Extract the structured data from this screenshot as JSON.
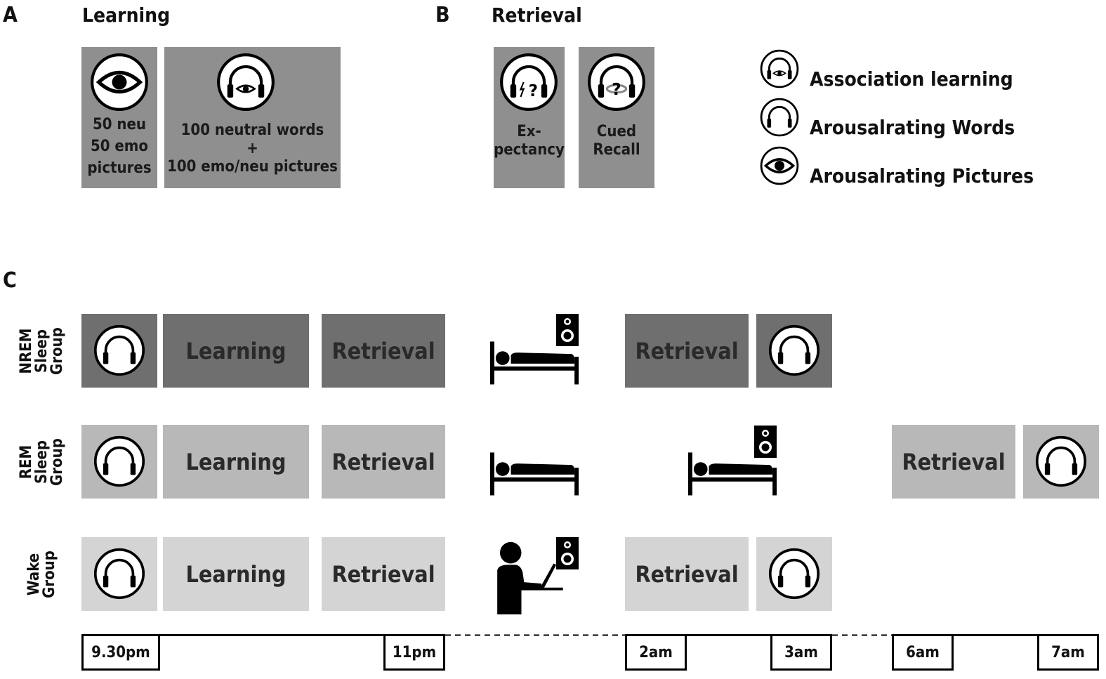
{
  "panel_a": {
    "letter": "A",
    "title": "Learning",
    "box1": {
      "lines": [
        "50 neu",
        "50 emo",
        "pictures"
      ],
      "icon": "eye-icon"
    },
    "box2": {
      "lines": [
        "100 neutral words",
        "+",
        "100 emo/neu pictures"
      ],
      "icon": "headphones-eye-icon"
    }
  },
  "panel_b": {
    "letter": "B",
    "title": "Retrieval",
    "box1": {
      "lines": [
        "Ex-",
        "pectancy"
      ],
      "icon": "headphones-question-lightning-icon"
    },
    "box2": {
      "lines": [
        "Cued",
        "Recall"
      ],
      "icon": "headphones-question-ring-icon"
    }
  },
  "legend": [
    {
      "icon": "headphones-eye-icon",
      "label": "Association learning"
    },
    {
      "icon": "headphones-icon",
      "label": "Arousalrating Words"
    },
    {
      "icon": "eye-icon",
      "label": "Arousalrating Pictures"
    }
  ],
  "panel_c": {
    "letter": "C",
    "groups": [
      {
        "label": "NREM\nSleep\nGroup",
        "color": "#6f6f6f"
      },
      {
        "label": "REM\nSleep\nGroup",
        "color": "#b8b8b8"
      },
      {
        "label": "Wake\nGroup",
        "color": "#d4d4d4"
      }
    ],
    "steps": {
      "learning": "Learning",
      "retrieval": "Retrieval"
    },
    "timeline": [
      "9.30pm",
      "11pm",
      "2am",
      "3am",
      "6am",
      "7am"
    ]
  }
}
